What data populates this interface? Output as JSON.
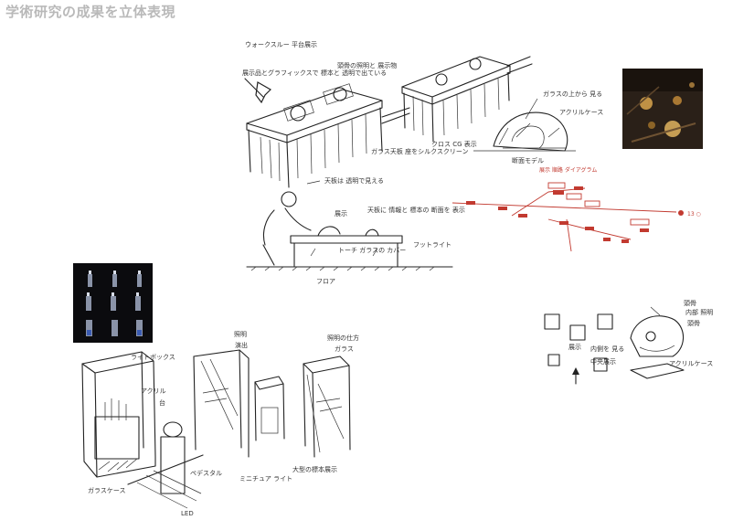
{
  "page": {
    "title": "学術研究の成果を立体表現"
  },
  "annotations": {
    "vitrine_top": "ウォークスルー 平台展示",
    "vitrine_left_note": "展示品とグラフィックスで 標本と 透明で出ている",
    "vitrine_center_note": "頭骨の照明と 展示物",
    "vitrine_bottom_note": "ガラス天板 座をシルクスクリーン",
    "under_note": "天板は 透明で見える",
    "floor_note": "クロス CG 表示",
    "skull_note": "ガラスの上から 見る",
    "skull_case_label": "アクリルケース",
    "skull_bottom": "断面モデル",
    "section_label_1": "展示",
    "section_label_2": "天板に 情報と 標本の 断面を 表示",
    "section_label_3": "トーチ ガラスの カバー",
    "section_label_4": "フットライト",
    "floor_label": "フロア",
    "tower_label": "ライトボックス",
    "tower_note_1": "アクリル",
    "tower_note_2": "台",
    "tower_note_3": "LED",
    "tower_note_4": "ガラスケース",
    "tower_note_5": "ペデスタル",
    "case_mid_label": "照明",
    "case_mid_note": "演出",
    "case_mid_bottom": "ミニチュア ライト",
    "case_right_label": "照明の仕方",
    "case_right_note": "ガラス",
    "case_right_bottom": "大型の標本展示",
    "plan_label_1": "展示",
    "plan_label_2": "内側を 見る",
    "plan_label_3": "中央展示",
    "plan_label_4": "頭骨",
    "plan_label_5": "内部 照明",
    "plan_label_6": "頭骨",
    "plan_label_7": "アクリルケース",
    "flow_label": "展示 順路 ダイアグラム",
    "flow_end": "13 ○"
  }
}
